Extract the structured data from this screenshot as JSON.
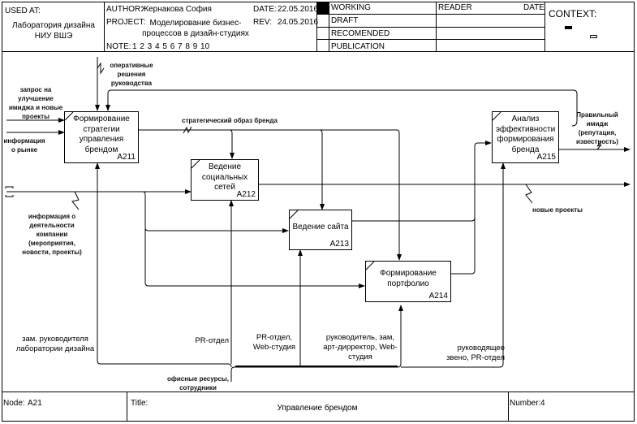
{
  "header": {
    "used_at_label": "USED AT:",
    "used_at_value": "Лаборатория дизайна НИУ ВШЭ",
    "author_label": "AUTHOR:",
    "author_value": "Жернакова София",
    "project_label": "PROJECT:",
    "project_value": "Моделирование бизнес-процессов в дизайн-студиях",
    "date_label": "DATE:",
    "date_value": "22.05.2016",
    "rev_label": "REV:",
    "rev_value": "24.05.2016",
    "note_label": "NOTE:",
    "note_numbers": "1 2 3 4 5 6 7 8 9 10",
    "statuses": [
      {
        "label": "WORKING",
        "checked": true
      },
      {
        "label": "DRAFT",
        "checked": false
      },
      {
        "label": "RECOMENDED",
        "checked": false
      },
      {
        "label": "PUBLICATION",
        "checked": false
      }
    ],
    "reader_label": "READER",
    "reader_date_label": "DATE",
    "context_label": "CONTEXT:"
  },
  "activities": [
    {
      "id": "A211",
      "name": "Формирование стратегии управления брендом"
    },
    {
      "id": "A212",
      "name": "Ведение социальных сетей"
    },
    {
      "id": "A213",
      "name": "Ведение сайта"
    },
    {
      "id": "A214",
      "name": "Формирование портфолио"
    },
    {
      "id": "A215",
      "name": "Анализ эффективности формирования бренда"
    }
  ],
  "arrows": {
    "control_operational": "оперативные решения руководства",
    "input_request": "запрос на улучшение имиджа и новые проекты",
    "input_market": "информация о рынке",
    "strategic_image": "стратегический образ бренда",
    "company_info": "информация о деятельности компании (мероприятия, новости, проекты)",
    "output_image": "Правильный имидж (репутация, известность)",
    "output_projects": "новые проекты",
    "mech_deputy": "зам. руководителя лаборатории дизайна",
    "mech_pr": "PR-отдел",
    "mech_pr_web": "PR-отдел, Web-студия",
    "mech_head_art": "руководитель, зам, арт-дирректор, Web-студия",
    "mech_management": "руководящее звено, PR-отдел",
    "mech_office": "офисные ресурсы, сотрудники"
  },
  "footer": {
    "node_label": "Node:",
    "node_value": "A21",
    "title_label": "Title:",
    "title_value": "Управление брендом",
    "number_label": "Number:",
    "number_value": "4"
  }
}
